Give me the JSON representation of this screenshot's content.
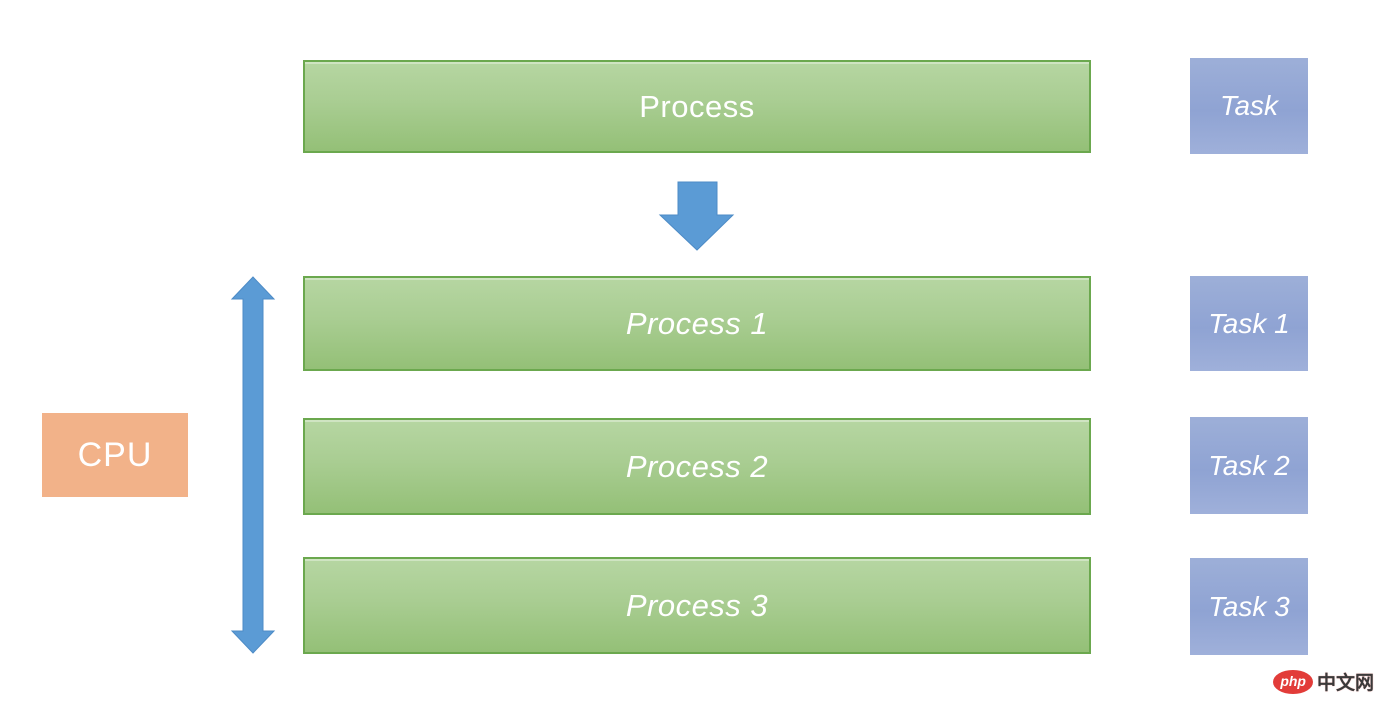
{
  "diagram": {
    "title_box": {
      "label": "Process"
    },
    "process_rows": [
      {
        "label": "Process 1"
      },
      {
        "label": "Process 2"
      },
      {
        "label": "Process 3"
      }
    ],
    "task_boxes": [
      {
        "label": "Task"
      },
      {
        "label": "Task 1"
      },
      {
        "label": "Task 2"
      },
      {
        "label": "Task 3"
      }
    ],
    "cpu_label": "CPU",
    "icons": {
      "flow_arrow": "down-block-arrow",
      "cpu_span_arrow": "vertical-double-arrow"
    }
  },
  "logo": {
    "badge": "php",
    "text": "中文网"
  },
  "colors": {
    "process_fill_top": "#b6d6a2",
    "process_fill_bottom": "#94c077",
    "process_border": "#6ba84e",
    "task_fill_top": "#9dafd8",
    "task_fill_mid": "#8fa3d3",
    "task_fill_bottom": "#9fb0da",
    "cpu_fill": "#f2b289",
    "arrow_blue": "#5b9bd5",
    "logo_red": "#e23c39",
    "logo_text": "#3a3a3a"
  }
}
